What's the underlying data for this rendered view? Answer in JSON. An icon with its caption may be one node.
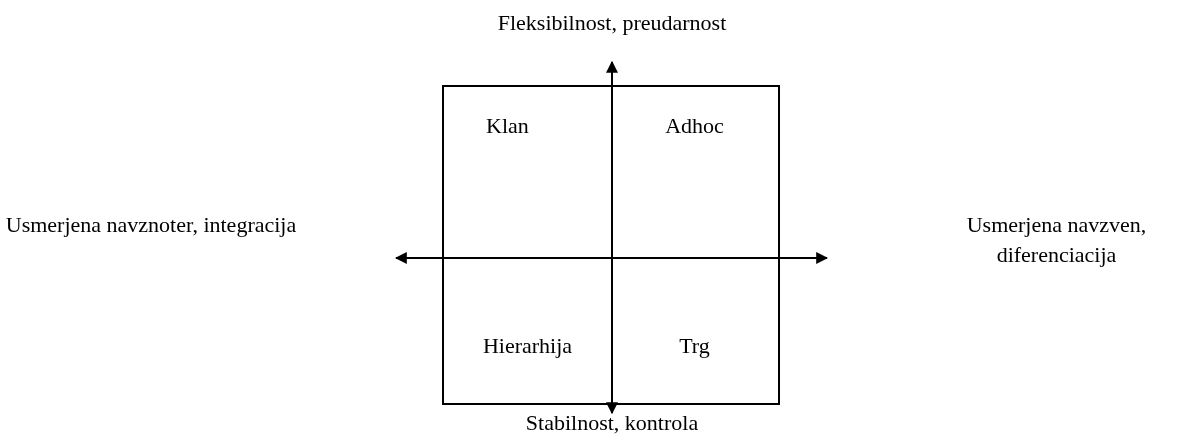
{
  "diagram": {
    "nodes": [
      {
        "text": [],
        "shape": "box"
      },
      {
        "text": [
          "Klan"
        ],
        "in": 0
      },
      {
        "text": [
          "Adhoc"
        ],
        "in": 0
      },
      {
        "text": [
          "Hierarhija"
        ],
        "in": 0
      },
      {
        "text": [
          "Trg"
        ],
        "in": 0
      }
    ],
    "edges": [],
    "labels": [
      "Fleksibilnost, preudarnost",
      "Usmerjena navznoter, integracija",
      "Usmerjena navzven, diferenciacija",
      "Stabilnost, kontrola"
    ]
  }
}
